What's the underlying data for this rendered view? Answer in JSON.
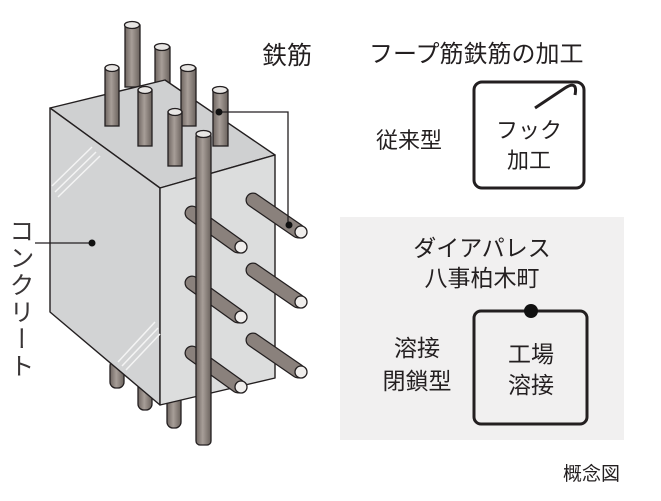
{
  "labels": {
    "rebar": "鉄筋",
    "concrete": "コンクリート",
    "hoop_title": "フープ筋鉄筋の加工",
    "conventional": "従来型",
    "hook_line1": "フック",
    "hook_line2": "加工",
    "brand_line1": "ダイアパレス",
    "brand_line2": "八事柏木町",
    "welded_line1": "溶接",
    "welded_line2": "閉鎖型",
    "factory_line1": "工場",
    "factory_line2": "溶接",
    "caption": "概念図"
  },
  "colors": {
    "concrete": "#d2d3d4",
    "rebar": "#8a817c",
    "panel": "#f1f0f0",
    "ink": "#231f20"
  }
}
